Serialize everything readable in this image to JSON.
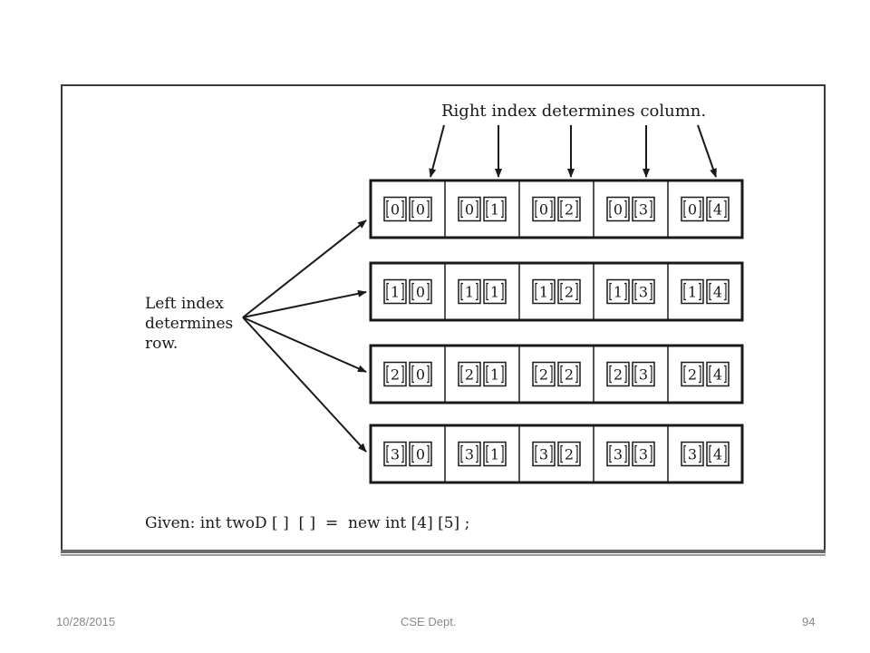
{
  "diagram": {
    "column_annotation": "Right index determines column.",
    "row_annotation_lines": [
      "Left index",
      "determines",
      "row."
    ],
    "caption": "Given: int twoD [ ]  [ ]  =  new int [4] [5] ;",
    "rows": 4,
    "columns": 5
  },
  "footer": {
    "date": "10/28/2015",
    "dept": "CSE Dept.",
    "page": "94"
  }
}
